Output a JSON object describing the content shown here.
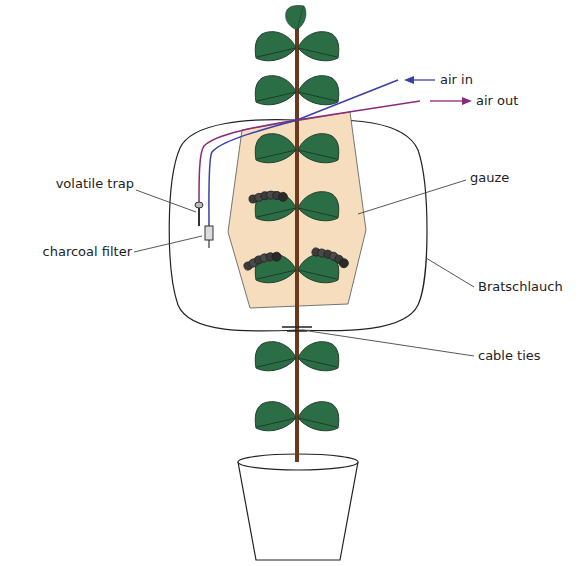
{
  "diagram": {
    "labels": [
      "air in",
      "air out",
      "volatile trap",
      "charcoal filter",
      "gauze",
      "Bratschlauch",
      "cable ties"
    ]
  }
}
